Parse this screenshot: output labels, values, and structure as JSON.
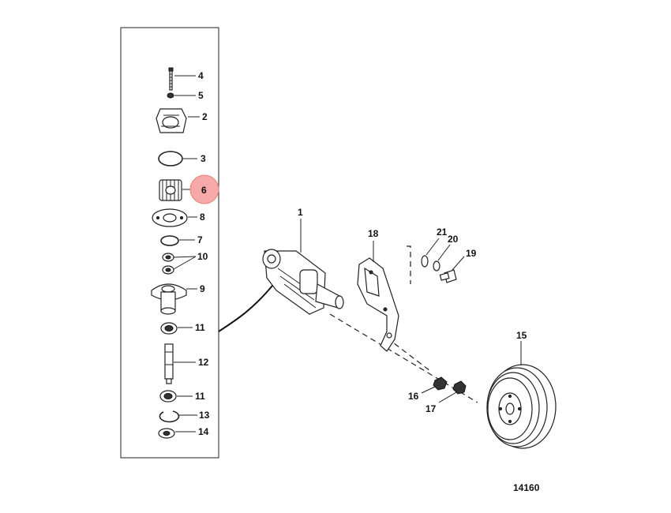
{
  "diagram": {
    "highlight_color": "#f7a9a9",
    "figure_number": "14160",
    "callouts": {
      "c1": "1",
      "c2": "2",
      "c3": "3",
      "c4": "4",
      "c5": "5",
      "c6": "6",
      "c7": "7",
      "c8": "8",
      "c9": "9",
      "c10": "10",
      "c11a": "11",
      "c11b": "11",
      "c12": "12",
      "c13": "13",
      "c14": "14",
      "c15": "15",
      "c16": "16",
      "c17": "17",
      "c18": "18",
      "c19": "19",
      "c20": "20",
      "c21": "21"
    }
  }
}
